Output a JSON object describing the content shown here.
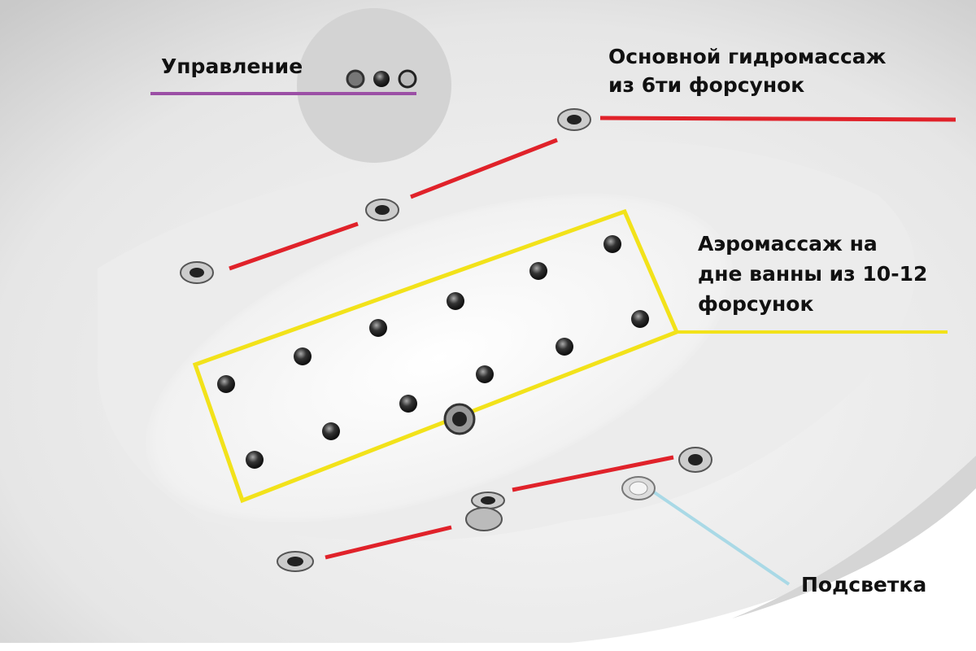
{
  "labels": {
    "control": "Управление",
    "hydro_line1": "Основной гидромассаж",
    "hydro_line2": "из 6ти форсунок",
    "aero_line1": "Аэромассаж на",
    "aero_line2": "дне ванны из 10-12",
    "aero_line3": "форсунок",
    "lighting": "Подсветка"
  },
  "colors": {
    "control_line": "#9b4fa5",
    "hydro_line": "#e0222a",
    "aero_line": "#f2e21a",
    "lighting_line": "#a9d9e6"
  }
}
